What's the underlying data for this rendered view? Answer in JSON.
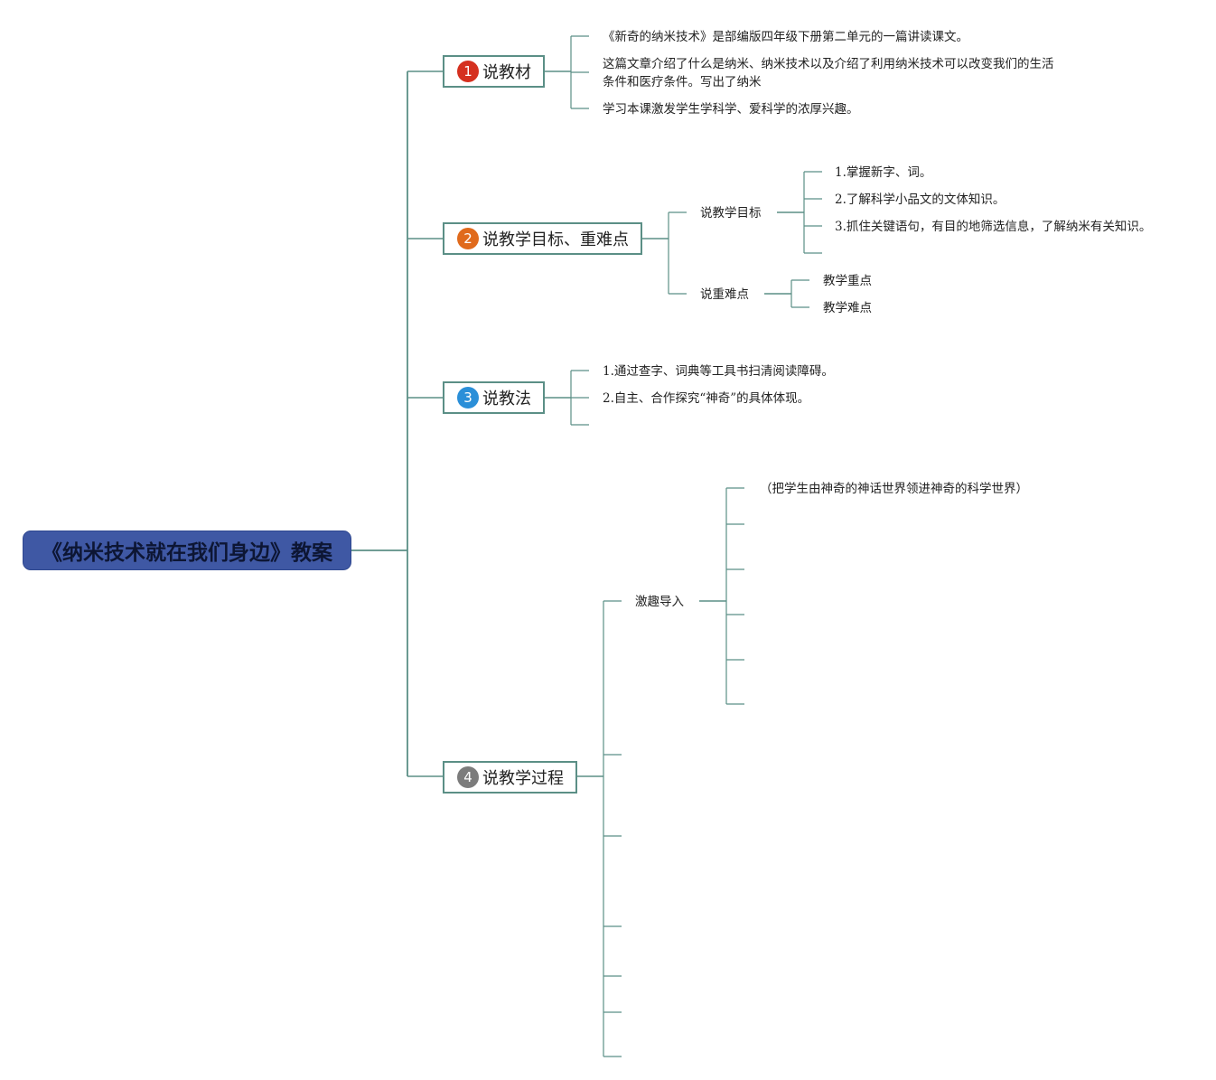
{
  "colors": {
    "root_bg": "#3f58a4",
    "line": "#5b8f86",
    "badge1": "#d5301f",
    "badge2": "#e06a1c",
    "badge3": "#2b8fd8",
    "badge4": "#7c7c7c"
  },
  "root": {
    "title": "《纳米技术就在我们身边》教案"
  },
  "branches": [
    {
      "num": "1",
      "label": "说教材",
      "items": [
        "《新奇的纳米技术》是部编版四年级下册第二单元的一篇讲读课文。",
        "这篇文章介绍了什么是纳米、纳米技术以及介绍了利用纳米技术可以改变我们的生活条件和医疗条件。写出了纳米",
        "学习本课激发学生学科学、爱科学的浓厚兴趣。"
      ]
    },
    {
      "num": "2",
      "label": "说教学目标、重难点",
      "children": [
        {
          "label": "说教学目标",
          "items": [
            "1.掌握新字、词。",
            "2.了解科学小品文的文体知识。",
            "3.抓住关键语句，有目的地筛选信息，了解纳米有关知识。"
          ]
        },
        {
          "label": "说重难点",
          "items": [
            "教学重点",
            "教学难点"
          ]
        }
      ]
    },
    {
      "num": "3",
      "label": "说教法",
      "items": [
        "1.通过查字、词典等工具书扫清阅读障碍。",
        "2.自主、合作探究“神奇”的具体体现。"
      ]
    },
    {
      "num": "4",
      "label": "说教学过程",
      "children": [
        {
          "label": "激趣导入",
          "items": [
            "（把学生由神奇的神话世界领进神奇的科学世界）"
          ]
        }
      ]
    }
  ]
}
